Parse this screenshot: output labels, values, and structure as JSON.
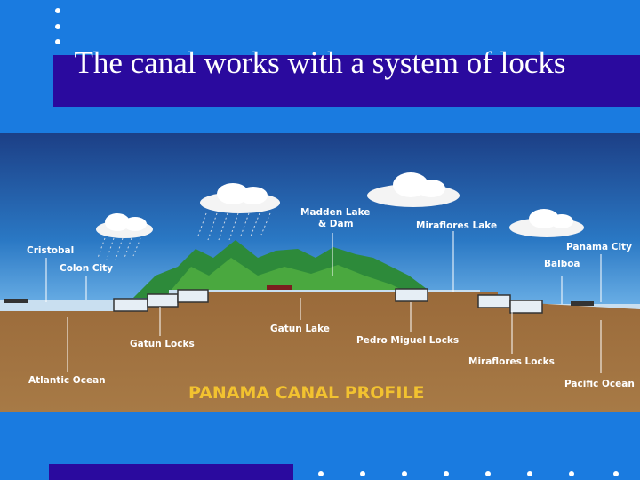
{
  "slide": {
    "title": "The canal works with a system of locks"
  },
  "figure": {
    "heading": "PANAMA CANAL PROFILE",
    "labels": {
      "madden": "Madden Lake",
      "madden2": "& Dam",
      "miraflores_lake": "Miraflores Lake",
      "cristobal": "Cristobal",
      "colon": "Colon City",
      "panama_city": "Panama City",
      "balboa": "Balboa",
      "gatun_lake": "Gatun Lake",
      "gatun_locks": "Gatun Locks",
      "pedro_miguel": "Pedro Miguel Locks",
      "miraflores_locks": "Miraflores Locks",
      "atlantic": "Atlantic Ocean",
      "pacific": "Pacific Ocean"
    }
  },
  "colors": {
    "background": "#1a7be0",
    "title_bar": "#2a0a9e",
    "heading": "#f2c230"
  }
}
